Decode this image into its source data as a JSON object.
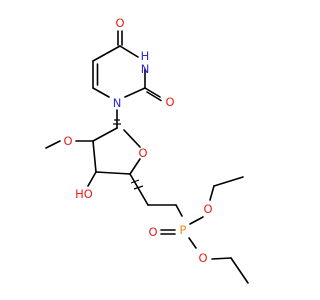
{
  "molecule": {
    "atoms": {
      "o_top": {
        "symbol": "O",
        "color": "#e8201c"
      },
      "nh": {
        "symbol": "H",
        "color": "#2a2ad6"
      },
      "n3": {
        "symbol": "N",
        "color": "#2a2ad6"
      },
      "o_c2": {
        "symbol": "O",
        "color": "#e8201c"
      },
      "n1": {
        "symbol": "N",
        "color": "#2a2ad6"
      },
      "o_methoxy": {
        "symbol": "O",
        "color": "#e8201c"
      },
      "o_ring": {
        "symbol": "O",
        "color": "#e8201c"
      },
      "o_hydroxyl": {
        "symbol": "HO",
        "color": "#e8201c"
      },
      "p": {
        "symbol": "P",
        "color": "#f08c1a"
      },
      "o_double": {
        "symbol": "O",
        "color": "#e8201c"
      },
      "o_ester1": {
        "symbol": "O",
        "color": "#e8201c"
      },
      "o_ester2": {
        "symbol": "O",
        "color": "#e8201c"
      }
    }
  }
}
